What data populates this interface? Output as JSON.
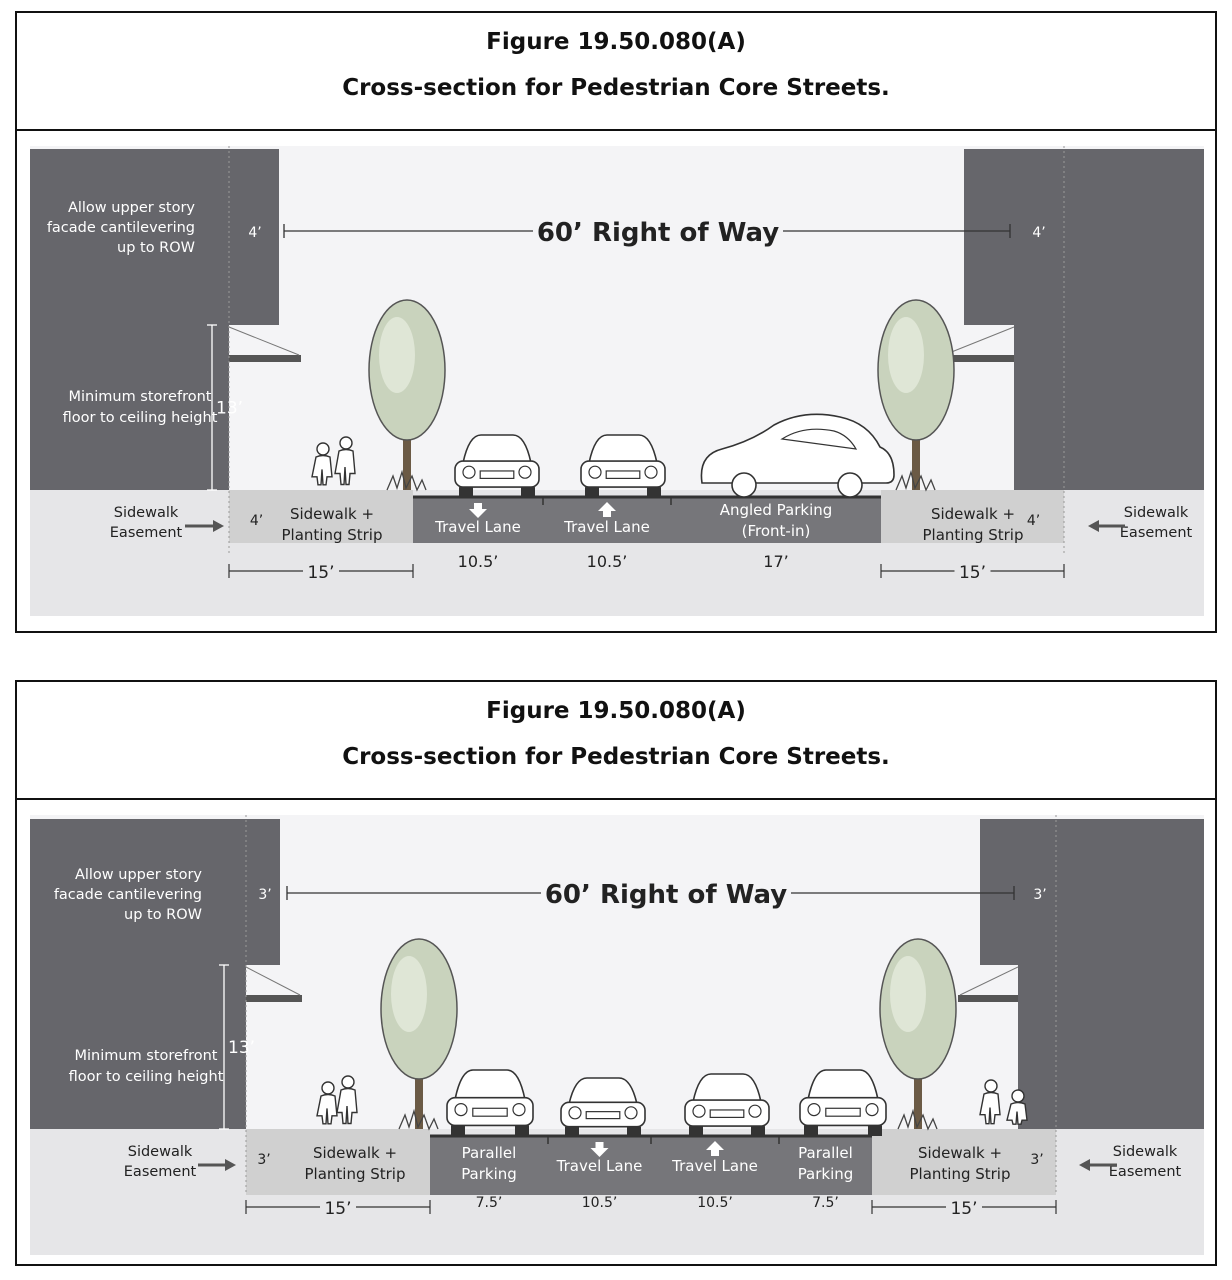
{
  "figures": [
    {
      "number": "Figure 19.50.080(A)",
      "caption": "Cross-section for Pedestrian Core Streets.",
      "row_label": "60’ Right of Way",
      "cantilever_note": [
        "Allow upper story",
        "facade cantilevering",
        "up to ROW"
      ],
      "storefront_note": [
        "Minimum storefront",
        "floor to ceiling height"
      ],
      "storefront_height": "13’",
      "cantilever_left": "4’",
      "cantilever_right": "4’",
      "easement_label": [
        "Sidewalk",
        "Easement"
      ],
      "easement_left": "4’",
      "easement_right": "4’",
      "sidewalk_label": [
        "Sidewalk +",
        "Planting Strip"
      ],
      "sidewalk_width_left": "15’",
      "sidewalk_width_right": "15’",
      "lanes": [
        {
          "label": [
            "Travel Lane"
          ],
          "width": "10.5’",
          "arrow": "down"
        },
        {
          "label": [
            "Travel Lane"
          ],
          "width": "10.5’",
          "arrow": "up"
        },
        {
          "label": [
            "Angled Parking",
            "(Front-in)"
          ],
          "width": "17’",
          "arrow": "none"
        }
      ]
    },
    {
      "number": "Figure 19.50.080(A)",
      "caption": "Cross-section for Pedestrian Core Streets.",
      "row_label": "60’ Right of Way",
      "cantilever_note": [
        "Allow upper story",
        "facade cantilevering",
        "up to ROW"
      ],
      "storefront_note": [
        "Minimum storefront",
        "floor to ceiling height"
      ],
      "storefront_height": "13’",
      "cantilever_left": "3’",
      "cantilever_right": "3’",
      "easement_label": [
        "Sidewalk",
        "Easement"
      ],
      "easement_left": "3’",
      "easement_right": "3’",
      "sidewalk_label": [
        "Sidewalk +",
        "Planting Strip"
      ],
      "sidewalk_width_left": "15’",
      "sidewalk_width_right": "15’",
      "lanes": [
        {
          "label": [
            "Parallel",
            "Parking"
          ],
          "width": "7.5’",
          "arrow": "none"
        },
        {
          "label": [
            "Travel Lane"
          ],
          "width": "10.5’",
          "arrow": "down"
        },
        {
          "label": [
            "Travel Lane"
          ],
          "width": "10.5’",
          "arrow": "up"
        },
        {
          "label": [
            "Parallel",
            "Parking"
          ],
          "width": "7.5’",
          "arrow": "none"
        }
      ]
    }
  ],
  "colors": {
    "building": "#66666b",
    "road": "#76767a",
    "sidewalk": "#d0d0d0",
    "sky": "#f4f4f6"
  }
}
